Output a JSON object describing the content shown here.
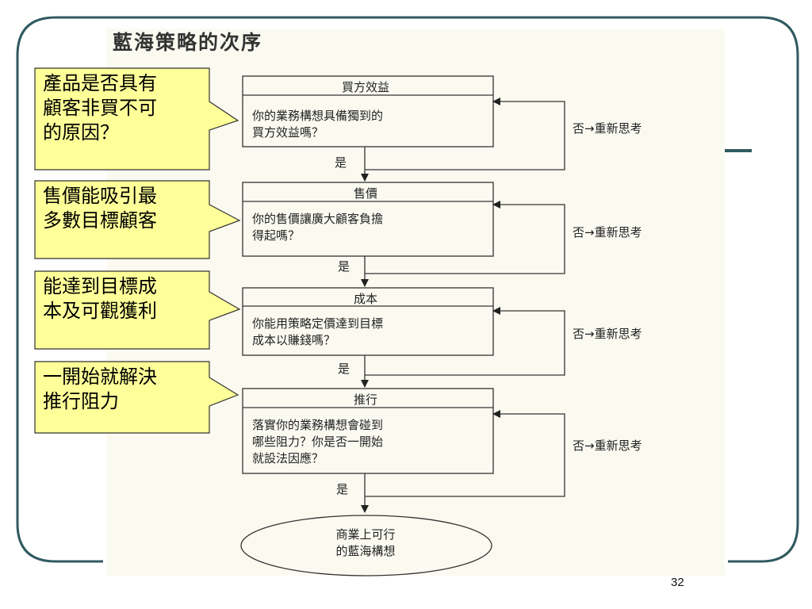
{
  "title": "藍海策略的次序",
  "page_number": "32",
  "steps": [
    {
      "heading": "買方效益",
      "lines": [
        "你的業務構想具備獨到的",
        "買方效益嗎？"
      ],
      "no_label": "否→重新思考",
      "yes_label": "是"
    },
    {
      "heading": "售價",
      "lines": [
        "你的售價讓廣大顧客負擔",
        "得起嗎？"
      ],
      "no_label": "否→重新思考",
      "yes_label": "是"
    },
    {
      "heading": "成本",
      "lines": [
        "你能用策略定價達到目標",
        "成本以賺錢嗎？"
      ],
      "no_label": "否→重新思考",
      "yes_label": "是"
    },
    {
      "heading": "推行",
      "lines": [
        "落實你的業務構想會碰到",
        "哪些阻力？你是否一開始",
        "就設法因應？"
      ],
      "no_label": "否→重新思考",
      "yes_label": "是"
    }
  ],
  "final": {
    "lines": [
      "商業上可行",
      "的藍海構想"
    ]
  },
  "callouts": [
    {
      "lines": [
        "產品是否具有",
        "顧客非買不可",
        "的原因？"
      ]
    },
    {
      "lines": [
        "售價能吸引最",
        "多數目標顧客"
      ]
    },
    {
      "lines": [
        "能達到目標成",
        "本及可觀獲利"
      ]
    },
    {
      "lines": [
        "一開始就解決",
        "推行阻力"
      ]
    }
  ],
  "colors": {
    "frame": "#2f5a5f",
    "callout_fill": "#ffff99",
    "scan_bg": "#fbfaf1"
  }
}
